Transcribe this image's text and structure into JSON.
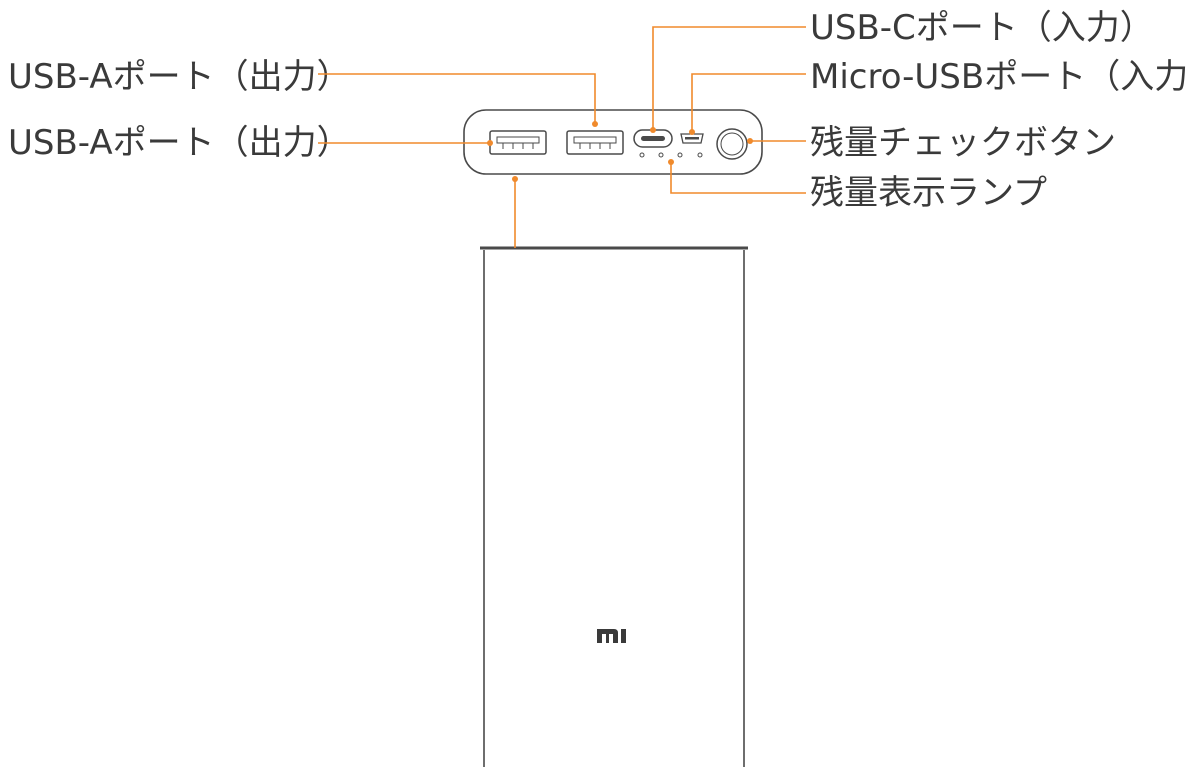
{
  "labels": {
    "usb_a_1": "USB-Aポート（出力）",
    "usb_a_2": "USB-Aポート（出力）",
    "usb_c": "USB-Cポート（入力）",
    "micro_usb": "Micro-USBポート（入力）",
    "check_button": "残量チェックボタン",
    "indicator": "残量表示ランプ"
  },
  "logo": "mi",
  "colors": {
    "leader": "#f08a2c",
    "text": "#3a3a3a",
    "outline": "#4a4a4a"
  }
}
